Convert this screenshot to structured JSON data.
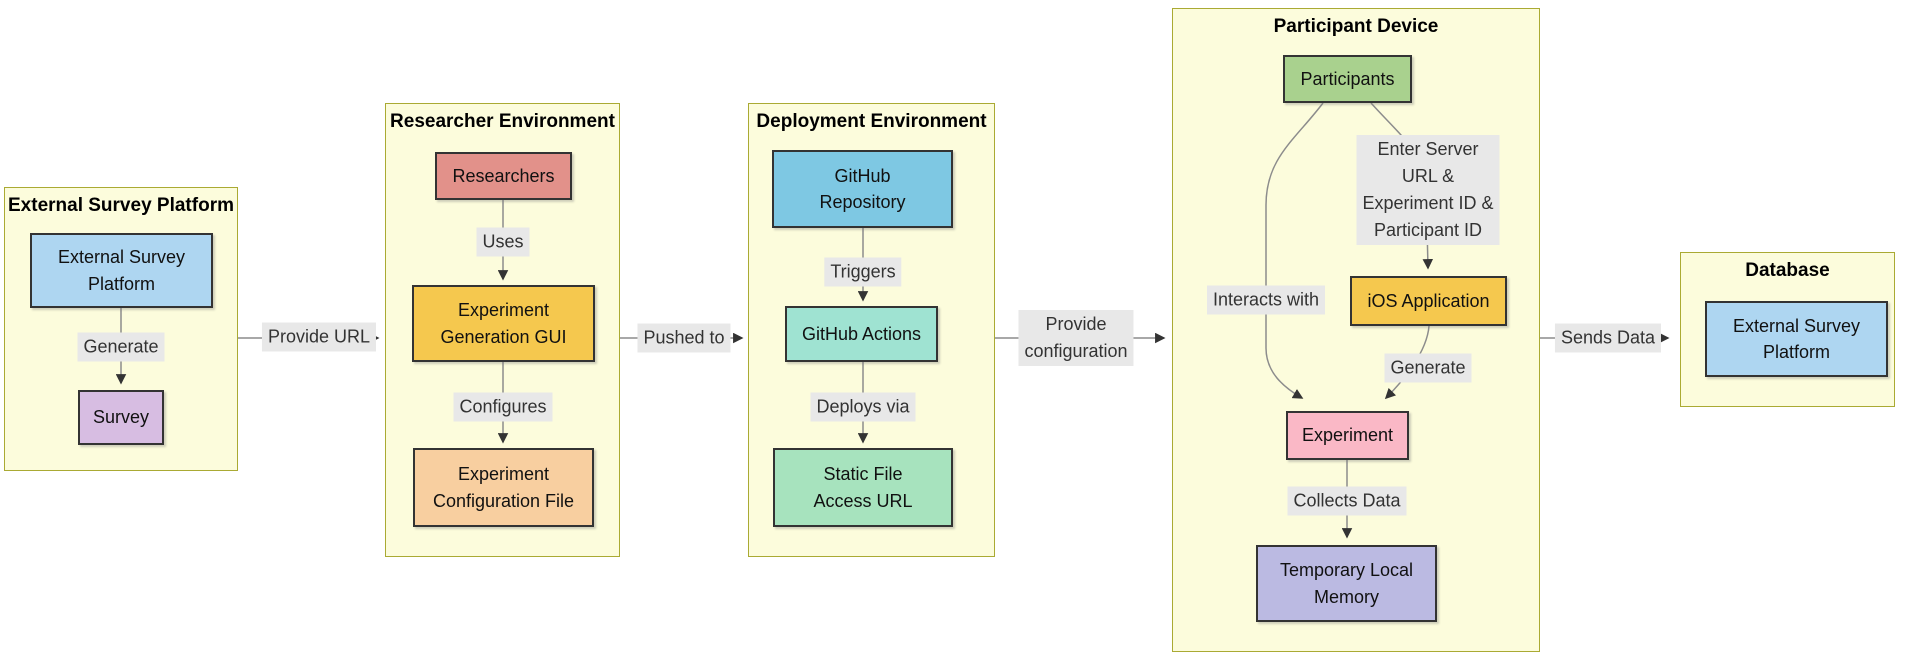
{
  "diagram": {
    "colors": {
      "background": "#ffffff",
      "container_fill": "#fcfcdc",
      "container_border": "#aaaa33",
      "node_border": "#333333",
      "edge_line": "#8c8c8c",
      "arrowhead": "#333333",
      "edge_label_bg": "#e8e8e8",
      "edge_label_text": "#333333"
    },
    "containers": [
      {
        "id": "external-survey-platform",
        "title": "External Survey Platform"
      },
      {
        "id": "researcher-environment",
        "title": "Researcher Environment"
      },
      {
        "id": "deployment-environment",
        "title": "Deployment Environment"
      },
      {
        "id": "participant-device",
        "title": "Participant Device"
      },
      {
        "id": "database",
        "title": "Database"
      }
    ],
    "nodes": [
      {
        "id": "external-survey-platform-node",
        "label": "External Survey\nPlatform",
        "fill": "#aed6f1"
      },
      {
        "id": "survey",
        "label": "Survey",
        "fill": "#d7bde2"
      },
      {
        "id": "researchers",
        "label": "Researchers",
        "fill": "#e2918a"
      },
      {
        "id": "experiment-generation-gui",
        "label": "Experiment\nGeneration GUI",
        "fill": "#f5c84e"
      },
      {
        "id": "experiment-configuration-file",
        "label": "Experiment\nConfiguration File",
        "fill": "#f8cfa0"
      },
      {
        "id": "github-repository",
        "label": "GitHub\nRepository",
        "fill": "#7ec8e3"
      },
      {
        "id": "github-actions",
        "label": "GitHub Actions",
        "fill": "#9fe3d2"
      },
      {
        "id": "static-file-access-url",
        "label": "Static File\nAccess URL",
        "fill": "#a7e3be"
      },
      {
        "id": "participants",
        "label": "Participants",
        "fill": "#a9d18e"
      },
      {
        "id": "ios-application",
        "label": "iOS Application",
        "fill": "#f5c84e"
      },
      {
        "id": "experiment",
        "label": "Experiment",
        "fill": "#fab8c6"
      },
      {
        "id": "temporary-local-memory",
        "label": "Temporary Local\nMemory",
        "fill": "#bbbae2"
      },
      {
        "id": "database-external-survey-platform",
        "label": "External Survey\nPlatform",
        "fill": "#aed6f1"
      }
    ],
    "edge_labels": [
      {
        "id": "generate-survey",
        "text": "Generate"
      },
      {
        "id": "provide-url",
        "text": "Provide URL"
      },
      {
        "id": "uses",
        "text": "Uses"
      },
      {
        "id": "configures",
        "text": "Configures"
      },
      {
        "id": "pushed-to",
        "text": "Pushed to"
      },
      {
        "id": "triggers",
        "text": "Triggers"
      },
      {
        "id": "deploys-via",
        "text": "Deploys via"
      },
      {
        "id": "provide-configuration",
        "text": "Provide\nconfiguration"
      },
      {
        "id": "enter-ids",
        "text": "Enter Server\nURL &\nExperiment ID &\nParticipant ID"
      },
      {
        "id": "interacts-with",
        "text": "Interacts with"
      },
      {
        "id": "generate-experiment",
        "text": "Generate"
      },
      {
        "id": "collects-data",
        "text": "Collects Data"
      },
      {
        "id": "sends-data",
        "text": "Sends Data"
      }
    ]
  }
}
